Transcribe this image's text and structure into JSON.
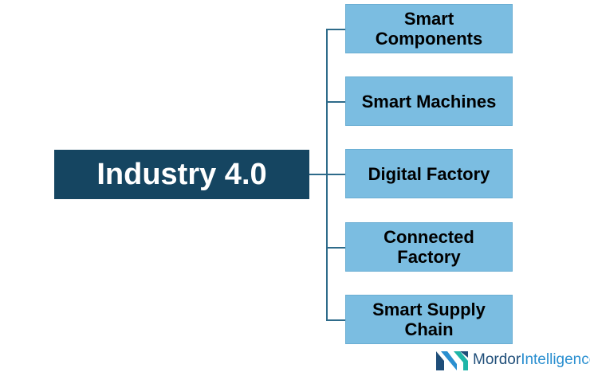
{
  "root": {
    "label": "Industry 4.0",
    "color": "#154561"
  },
  "children": [
    {
      "label": "Smart Components"
    },
    {
      "label": "Smart Machines"
    },
    {
      "label": "Digital Factory"
    },
    {
      "label": "Connected Factory"
    },
    {
      "label": "Smart Supply Chain"
    }
  ],
  "child_color": "#7bbde1",
  "connector_color": "#2e6b8a",
  "logo": {
    "word1": "Mordor",
    "word2": "Intelligence",
    "icon": "mordor-intelligence-logo-icon"
  }
}
